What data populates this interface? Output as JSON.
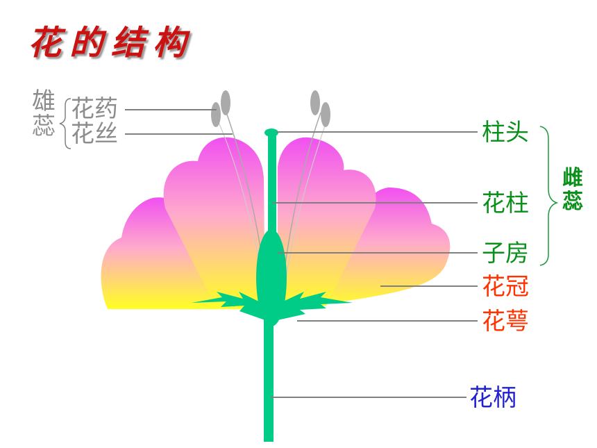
{
  "title": "花的结构",
  "stamen": {
    "label": "雄蕊",
    "anther": "花药",
    "filament": "花丝"
  },
  "pistil": {
    "label": "雌蕊",
    "stigma": "柱头",
    "style": "花柱",
    "ovary": "子房"
  },
  "corolla": "花冠",
  "sepal": "花萼",
  "pedicel": "花柄",
  "colors": {
    "title": "#cc1111",
    "stamen": "#8c8c8c",
    "pistil": "#0a8f1a",
    "corolla": "#ff3300",
    "pedicel": "#2222cc",
    "stem": "#00cc88"
  }
}
